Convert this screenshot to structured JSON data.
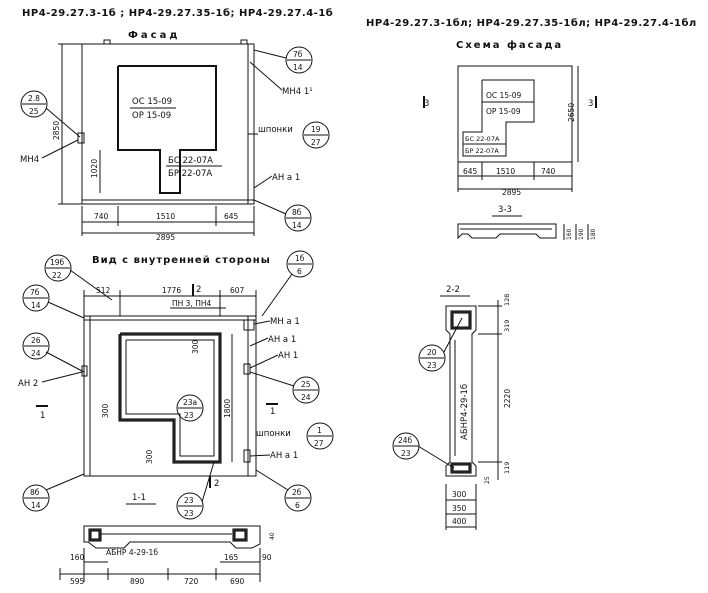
{
  "headers": {
    "left": "НР4-29.27.3-1б ;  НР4-29.27.35-1б;  НР4-29.27.4-1б",
    "right": "НР4-29.27.3-1бл;  НР4-29.27.35-1бл;  НР4-29.27.4-1бл"
  },
  "views": {
    "facade": "Фасад",
    "facade_scheme": "Схема фасада",
    "inner_view": "Вид с внутренней стороны",
    "section_33": "3-3",
    "section_22": "2-2",
    "section_11": "1-1"
  },
  "facade": {
    "window_labels": [
      "ОС 15-09",
      "ОР 15-09"
    ],
    "door_labels": [
      "БС 22-07А",
      "БР 22-07А"
    ],
    "dims_bottom": [
      "740",
      "1510",
      "645"
    ],
    "dim_total": "2895",
    "dim_height": "2850",
    "dim_door": "1020",
    "callout_7b": [
      "7б",
      "14"
    ],
    "callout_8b": [
      "8б",
      "14"
    ],
    "callout_28": [
      "2.8",
      "25"
    ],
    "mn4_label": "МН4",
    "mn4_1_label": "МН4 1¹",
    "shponki_label": "шпонки",
    "callout_19": [
      "19",
      "27"
    ],
    "ana1_label": "АН а 1"
  },
  "scheme": {
    "window_labels": [
      "ОС 15-09",
      "ОР 15-09"
    ],
    "door_labels": [
      "БС 22-07А",
      "БР 22-07А"
    ],
    "dims_bottom": [
      "645",
      "1510",
      "740"
    ],
    "dim_total": "2895",
    "dim_height": "2650",
    "mark_left": "3",
    "mark_right": "3"
  },
  "section33": {
    "dims_right": [
      "160",
      "190",
      "180"
    ]
  },
  "section22": {
    "top_dim": "128",
    "dim_319": "319",
    "dim_2220": "2220",
    "dim_119": "119",
    "dim_25": "25",
    "widths": [
      "300",
      "350",
      "400"
    ],
    "vertical_label": "АБНР4-29-1б",
    "callout_20": [
      "20",
      "23"
    ],
    "callout_24b": [
      "24б",
      "23"
    ]
  },
  "inner": {
    "dims_top": [
      "512",
      "1776",
      "607"
    ],
    "mark_top": "2",
    "pn_label": "ПН 3, ПН4",
    "dim_300_top": "300",
    "dim_1800": "1800",
    "dim_300_left": "300",
    "dim_300_bottom": "300",
    "callout_23a": [
      "23а",
      "23"
    ],
    "callout_19b": [
      "19б",
      "22"
    ],
    "callout_7b": [
      "7б",
      "14"
    ],
    "callout_1b": [
      "1б",
      "6"
    ],
    "callout_26": [
      "26",
      "24"
    ],
    "callout_25": [
      "25",
      "24"
    ],
    "callout_8b": [
      "8б",
      "14"
    ],
    "callout_2b": [
      "2б",
      "6"
    ],
    "callout_23": [
      "23",
      "23"
    ],
    "callout_shponki": [
      "1",
      "27"
    ],
    "mn_a1": "МН а 1",
    "an_a1_top": "АН а 1",
    "an1": "АН 1",
    "an2": "АН 2",
    "an_a1_bottom": "АН а 1",
    "shponki_label": "шпонки",
    "mark_left": "1",
    "mark_right": "1",
    "mark_bottom": "2"
  },
  "section11": {
    "label": "АБНР 4-29-1б",
    "dims_mid": [
      "160",
      "165",
      "90"
    ],
    "dims_bottom": [
      "595",
      "890",
      "720",
      "690"
    ],
    "dim_40": "40"
  }
}
